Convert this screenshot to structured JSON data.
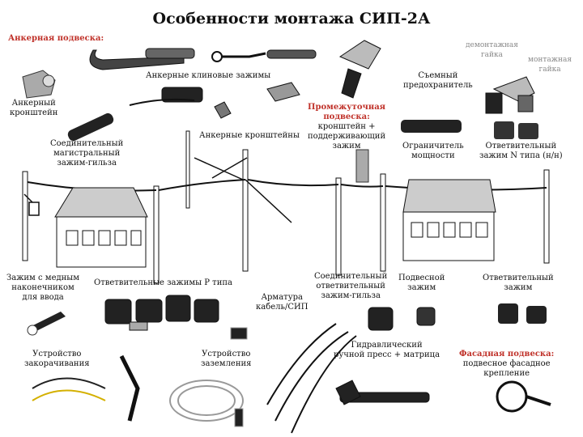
{
  "title": "Особенности монтажа СИП-2А",
  "labels": {
    "ankernaya_podveska": "Анкерная подвеска:",
    "ankernye_zazhimy": "Анкерные клиновые зажимы",
    "demontazh_line1": "демонтажная",
    "demontazh_line2": "гайка",
    "montazh_line1": "монтажная",
    "montazh_line2": "гайка",
    "semny_line1": "Съемный",
    "semny_line2": "предохранитель",
    "kronshtein_line1": "Анкерный",
    "kronshtein_line2": "кронштейн",
    "promezh_line1": "Промежуточная",
    "promezh_line2": "подвеска:",
    "promezh_line3": "кронштейн +",
    "promezh_line4": "поддерживающий",
    "promezh_line5": "зажим",
    "ankernye_kronshteiny": "Анкерные кронштейны",
    "soed_mag_line1": "Соединительный",
    "soed_mag_line2": "магистральный",
    "soed_mag_line3": "зажим-гильза",
    "ogranichitel_line1": "Ограничитель",
    "ogranichitel_line2": "мощности",
    "otvetv_n_line1": "Ответвительный",
    "otvetv_n_line2": "зажим N типа (н/н)",
    "zazhim_med_line1": "Зажим с медным",
    "zazhim_med_line2": "наконечником",
    "zazhim_med_line3": "для ввода",
    "otvetv_p": "Ответвительные зажимы Р типа",
    "soed_otv_line1": "Соединительный",
    "soed_otv_line2": "ответвительный",
    "soed_otv_line3": "зажим-гильза",
    "armatura_line1": "Арматура",
    "armatura_line2": "кабель/СИП",
    "podvesnoy_line1": "Подвесной",
    "podvesnoy_line2": "зажим",
    "otvetv_zazhim_line1": "Ответвительный",
    "otvetv_zazhim_line2": "зажим",
    "zakorachivanie_line1": "Устройство",
    "zakorachivanie_line2": "закорачивания",
    "zazemlenie_line1": "Устройство",
    "zazemlenie_line2": "заземления",
    "gidravl_line1": "Гидравлический",
    "gidravl_line2": "ручной пресс + матрица",
    "fasad_line1": "Фасадная подвеска:",
    "fasad_line2": "подвесное фасадное",
    "fasad_line3": "крепление"
  },
  "colors": {
    "accent": "#c0322a",
    "ink": "#111111"
  }
}
